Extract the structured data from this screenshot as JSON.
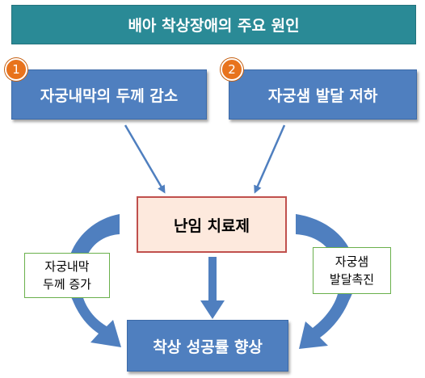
{
  "title": "배아 착상장애의 주요 원인",
  "causes": [
    {
      "badge": "1",
      "label": "자궁내막의 두께 감소"
    },
    {
      "badge": "2",
      "label": "자궁샘 발달 저하"
    }
  ],
  "treatment": "난임 치료제",
  "result": "착상 성공률 향상",
  "left_label": {
    "line1": "자궁내막",
    "line2": "두께 증가"
  },
  "right_label": {
    "line1": "자궁샘",
    "line2": "발달촉진"
  },
  "colors": {
    "header": "#2a8a96",
    "box_blue": "#4f7fbf",
    "badge_orange": "#e8731d",
    "treatment_fill": "#fde9dd",
    "treatment_border": "#c0504d",
    "label_border": "#6ab04c"
  }
}
